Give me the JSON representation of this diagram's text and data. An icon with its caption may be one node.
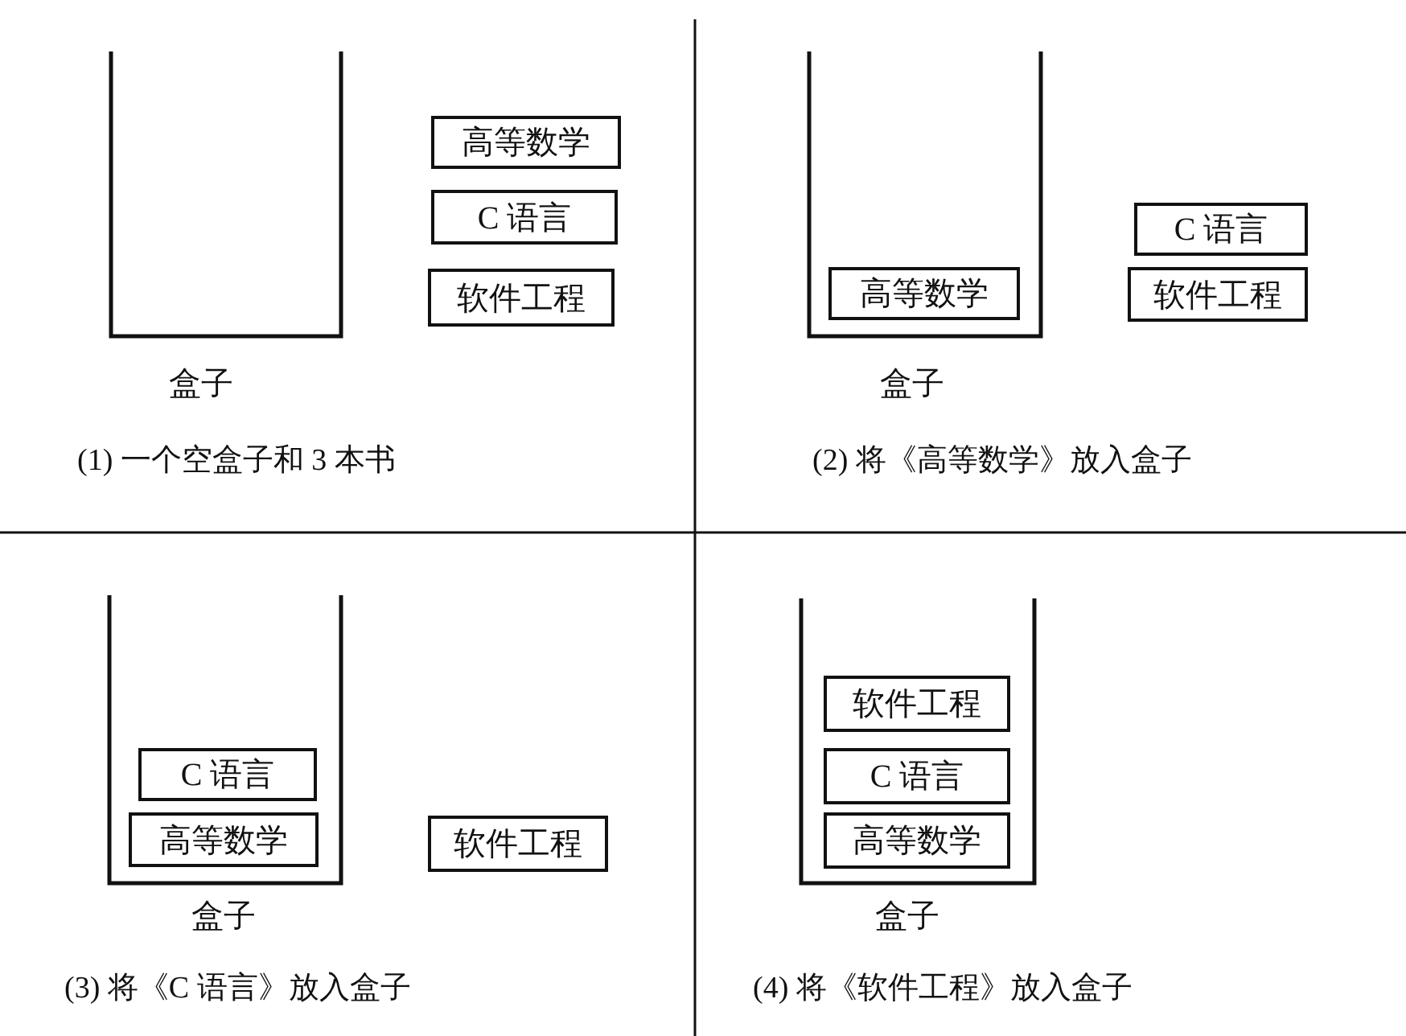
{
  "diagram": {
    "nodes": [
      {
        "text": [
          "盒子"
        ]
      },
      {
        "text": [
          "高等数学"
        ]
      },
      {
        "text": [
          "C 语言"
        ]
      },
      {
        "text": [
          "软件工程"
        ]
      },
      {
        "text": [
          "盒子"
        ]
      },
      {
        "text": [
          "高等数学"
        ],
        "in": 4
      },
      {
        "text": [
          "C 语言"
        ]
      },
      {
        "text": [
          "软件工程"
        ]
      },
      {
        "text": [
          "盒子"
        ]
      },
      {
        "text": [
          "C 语言"
        ],
        "in": 8
      },
      {
        "text": [
          "高等数学"
        ],
        "in": 8
      },
      {
        "text": [
          "软件工程"
        ]
      },
      {
        "text": [
          "盒子"
        ]
      },
      {
        "text": [
          "软件工程"
        ],
        "in": 12
      },
      {
        "text": [
          "C 语言"
        ],
        "in": 12
      },
      {
        "text": [
          "高等数学"
        ],
        "in": 12
      }
    ],
    "edges": [],
    "labels": [
      "(1) 一个空盒子和 3 本书",
      "(2) 将《高等数学》放入盒子",
      "(3) 将《C 语言》放入盒子",
      "(4) 将《软件工程》放入盒子"
    ]
  }
}
